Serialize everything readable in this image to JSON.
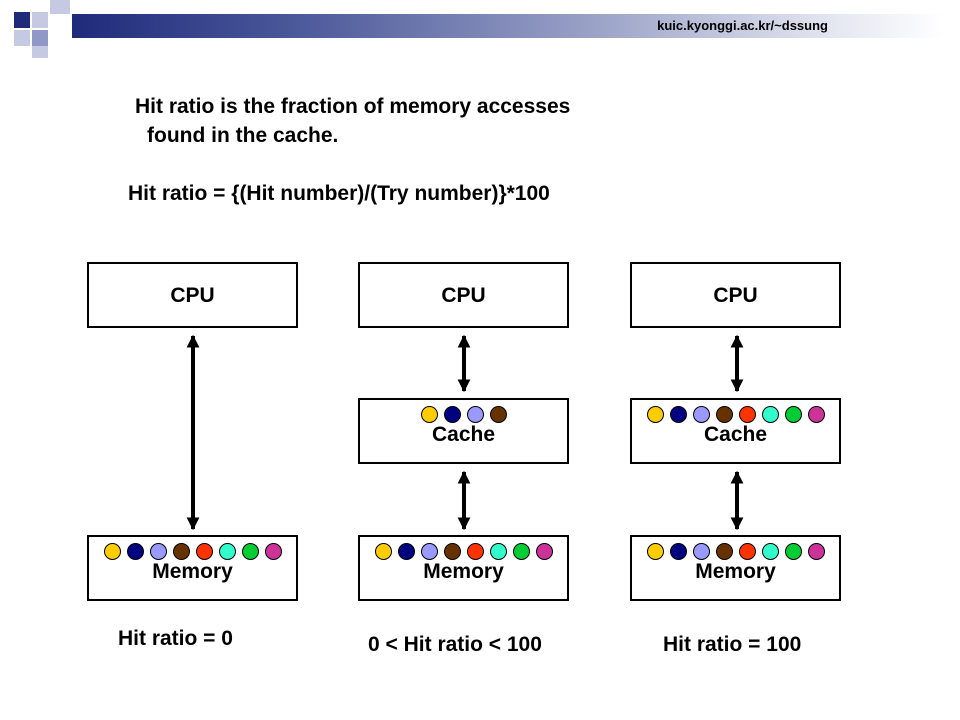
{
  "header": {
    "url": "kuic.kyonggi.ac.kr/~dssung"
  },
  "intro": {
    "line1": "Hit ratio is the fraction of memory accesses",
    "line2": "found in the cache.",
    "formula": "Hit ratio = {(Hit number)/(Try number)}*100"
  },
  "colors": {
    "accent": "#1f2b7a",
    "dots": [
      "#ffcc00",
      "#000080",
      "#9999ff",
      "#663300",
      "#ff3300",
      "#33ffcc",
      "#00cc33",
      "#cc3399"
    ]
  },
  "diagrams": [
    {
      "cpu": "CPU",
      "memory": "Memory",
      "caption": "Hit ratio = 0",
      "memory_dots": 8
    },
    {
      "cpu": "CPU",
      "cache": "Cache",
      "cache_dots": 4,
      "memory": "Memory",
      "caption": "0 < Hit ratio < 100",
      "memory_dots": 8
    },
    {
      "cpu": "CPU",
      "cache": "Cache",
      "cache_dots": 8,
      "memory": "Memory",
      "caption": "Hit ratio = 100",
      "memory_dots": 8
    }
  ]
}
